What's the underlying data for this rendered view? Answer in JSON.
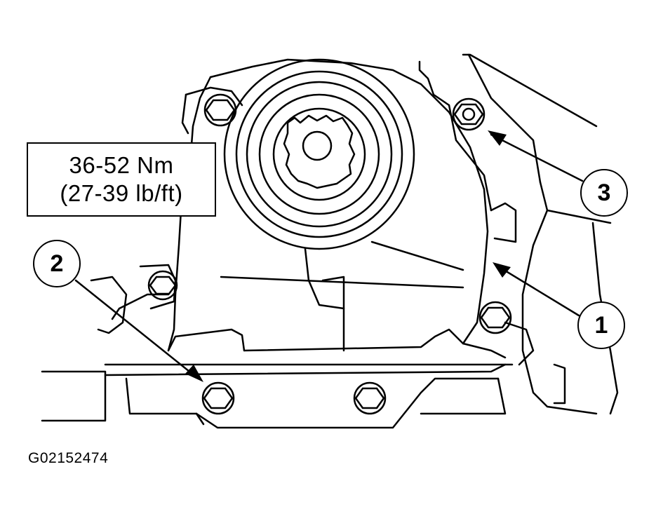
{
  "torque_spec": {
    "metric": "36-52 Nm",
    "imperial": "(27-39 lb/ft)"
  },
  "callouts": {
    "one": "1",
    "two": "2",
    "three": "3"
  },
  "figure_id": "G02152474",
  "colors": {
    "ink": "#000000",
    "paper": "#ffffff"
  }
}
